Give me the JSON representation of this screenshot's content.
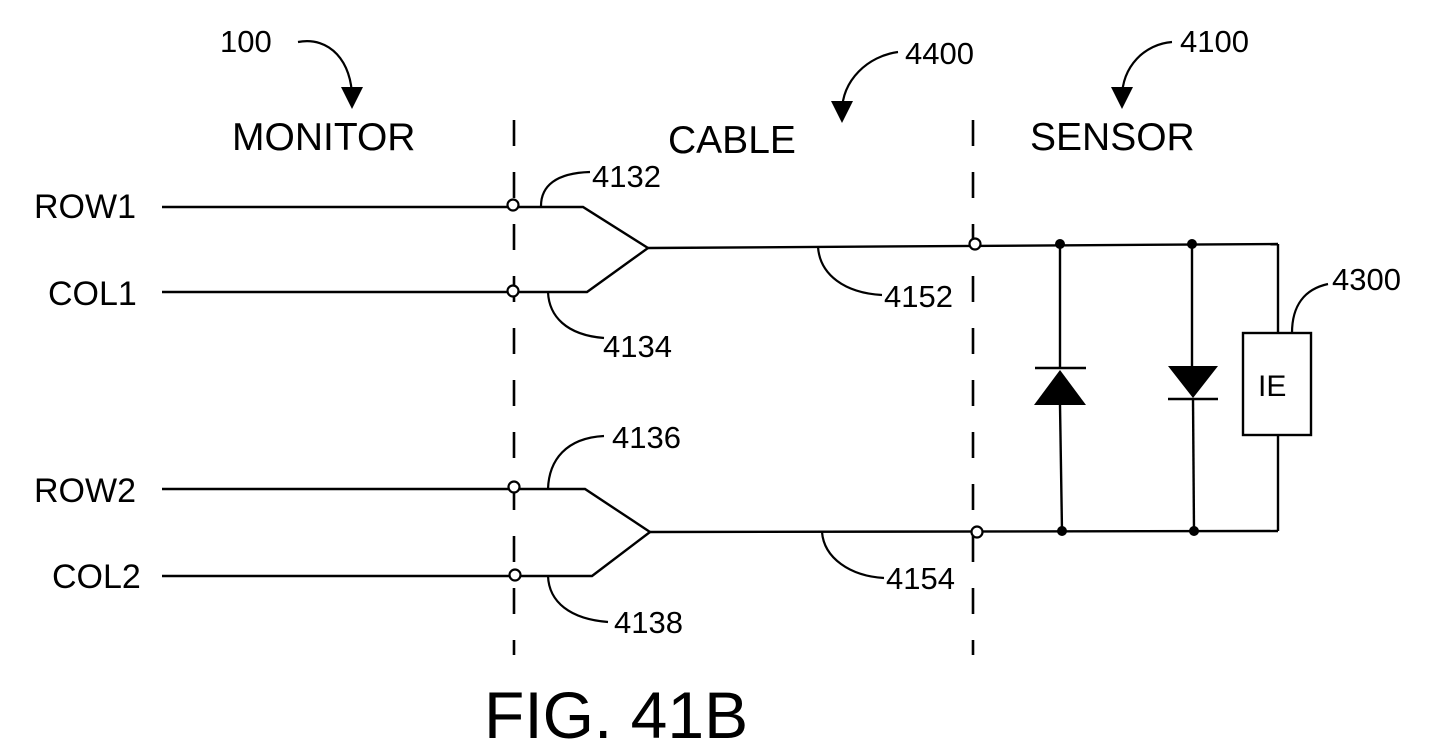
{
  "references": {
    "monitor": "100",
    "cable": "4400",
    "sensor": "4100",
    "row1_tap": "4132",
    "col1_tap": "4134",
    "row2_tap": "4136",
    "col2_tap": "4138",
    "cable_line_1": "4152",
    "cable_line_2": "4154",
    "ie_element": "4300"
  },
  "sections": {
    "monitor": "MONITOR",
    "cable": "CABLE",
    "sensor": "SENSOR"
  },
  "signals": {
    "row1": "ROW1",
    "col1": "COL1",
    "row2": "ROW2",
    "col2": "COL2"
  },
  "components": {
    "ie_label": "IE"
  },
  "figure_caption": "FIG. 41B"
}
